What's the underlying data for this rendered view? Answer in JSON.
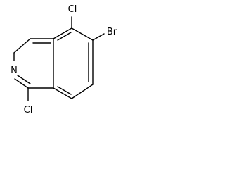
{
  "molecule": {
    "atoms": {
      "n1": "N",
      "cl_top": "Cl",
      "br": "Br",
      "cl_bottom": "Cl"
    }
  }
}
